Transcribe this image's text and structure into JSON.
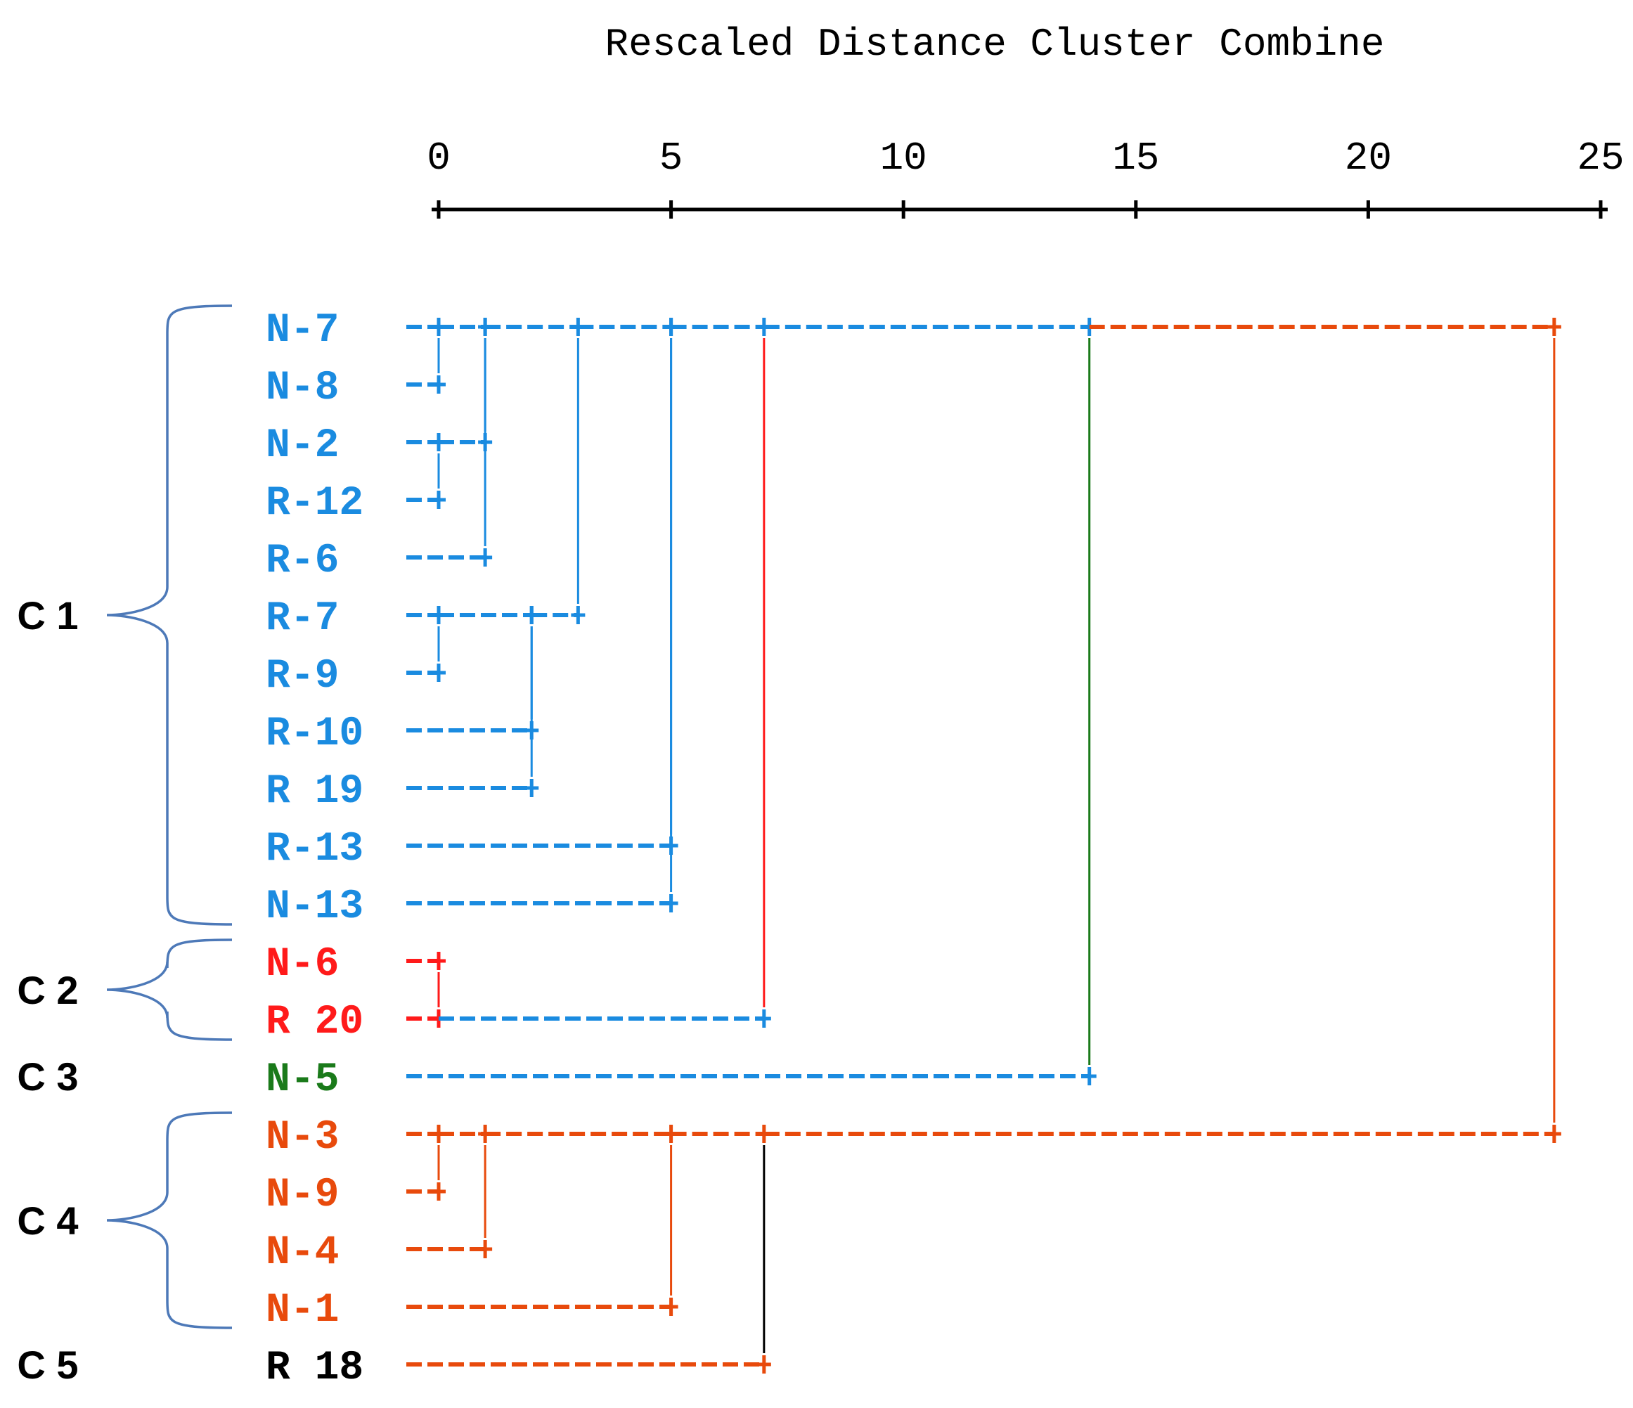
{
  "title": "Rescaled Distance Cluster Combine",
  "axis": {
    "ticks": [
      0,
      5,
      10,
      15,
      20,
      25
    ]
  },
  "colors": {
    "blue": "#1a8be0",
    "red": "#ff1a1a",
    "green": "#1a7a1a",
    "orange": "#e84a0c",
    "black": "#000000",
    "brace": "#4d79b8"
  },
  "leaves": [
    {
      "label": "N-7",
      "color": "blue"
    },
    {
      "label": "N-8",
      "color": "blue"
    },
    {
      "label": "N-2",
      "color": "blue"
    },
    {
      "label": "R-12",
      "color": "blue"
    },
    {
      "label": "R-6",
      "color": "blue"
    },
    {
      "label": "R-7",
      "color": "blue"
    },
    {
      "label": "R-9",
      "color": "blue"
    },
    {
      "label": "R-10",
      "color": "blue"
    },
    {
      "label": "R 19",
      "color": "blue"
    },
    {
      "label": "R-13",
      "color": "blue"
    },
    {
      "label": "N-13",
      "color": "blue"
    },
    {
      "label": "N-6",
      "color": "red"
    },
    {
      "label": "R 20",
      "color": "red"
    },
    {
      "label": "N-5",
      "color": "green"
    },
    {
      "label": "N-3",
      "color": "orange"
    },
    {
      "label": "N-9",
      "color": "orange"
    },
    {
      "label": "N-4",
      "color": "orange"
    },
    {
      "label": "N-1",
      "color": "orange"
    },
    {
      "label": "R 18",
      "color": "black"
    }
  ],
  "clusters": [
    {
      "label": "C 1",
      "first": 0,
      "last": 10
    },
    {
      "label": "C 2",
      "first": 11,
      "last": 12
    },
    {
      "label": "C 3",
      "first": 13,
      "last": 13
    },
    {
      "label": "C 4",
      "first": 14,
      "last": 17
    },
    {
      "label": "C 5",
      "first": 18,
      "last": 18
    }
  ],
  "merges": [
    {
      "id": "m1",
      "a": "N-7",
      "b": "N-8",
      "dist": 0.0,
      "hcolor": "blue",
      "vcolor": "blue"
    },
    {
      "id": "m2",
      "a": "N-2",
      "b": "R-12",
      "dist": 0.0,
      "hcolor": "blue",
      "vcolor": "blue"
    },
    {
      "id": "m3",
      "a": "R-7",
      "b": "R-9",
      "dist": 0.0,
      "hcolor": "blue",
      "vcolor": "blue"
    },
    {
      "id": "m4",
      "a": "R 20",
      "b": "N-6",
      "dist": 0.0,
      "hcolor": "red",
      "vcolor": "red"
    },
    {
      "id": "m5",
      "a": "N-3",
      "b": "N-9",
      "dist": 0.0,
      "hcolor": "orange",
      "vcolor": "orange"
    },
    {
      "id": "m6",
      "a": "m1",
      "b": "m2",
      "dist": 1.0,
      "hcolor": "blue",
      "vcolor": "blue"
    },
    {
      "id": "m7",
      "a": "m6",
      "b": "R-6",
      "dist": 1.0,
      "hcolor": "blue",
      "vcolor": "blue"
    },
    {
      "id": "m8",
      "a": "m5",
      "b": "N-4",
      "dist": 1.0,
      "hcolor": "orange",
      "vcolor": "orange"
    },
    {
      "id": "m9",
      "a": "m3",
      "b": "R-10",
      "dist": 2.0,
      "hcolor": "blue",
      "vcolor": "blue"
    },
    {
      "id": "m10",
      "a": "m9",
      "b": "R 19",
      "dist": 2.0,
      "hcolor": "blue",
      "vcolor": "blue"
    },
    {
      "id": "m11",
      "a": "m7",
      "b": "m10",
      "dist": 3.0,
      "hcolor": "blue",
      "vcolor": "blue"
    },
    {
      "id": "m12",
      "a": "m11",
      "b": "R-13",
      "dist": 5.0,
      "hcolor": "blue",
      "vcolor": "blue"
    },
    {
      "id": "m13",
      "a": "m12",
      "b": "N-13",
      "dist": 5.0,
      "hcolor": "blue",
      "vcolor": "blue"
    },
    {
      "id": "m14",
      "a": "m8",
      "b": "N-1",
      "dist": 5.0,
      "hcolor": "orange",
      "vcolor": "orange"
    },
    {
      "id": "m15",
      "a": "m13",
      "b": "m4",
      "dist": 7.0,
      "hcolor": "blue",
      "vcolor": "red"
    },
    {
      "id": "m16",
      "a": "m14",
      "b": "R 18",
      "dist": 7.0,
      "hcolor": "orange",
      "vcolor": "black"
    },
    {
      "id": "m17",
      "a": "m15",
      "b": "N-5",
      "dist": 14.0,
      "hcolor": "blue",
      "vcolor": "green"
    },
    {
      "id": "m18",
      "a": "m17",
      "b": "m16",
      "dist": 24.0,
      "hcolor": "orange",
      "vcolor": "orange"
    }
  ]
}
